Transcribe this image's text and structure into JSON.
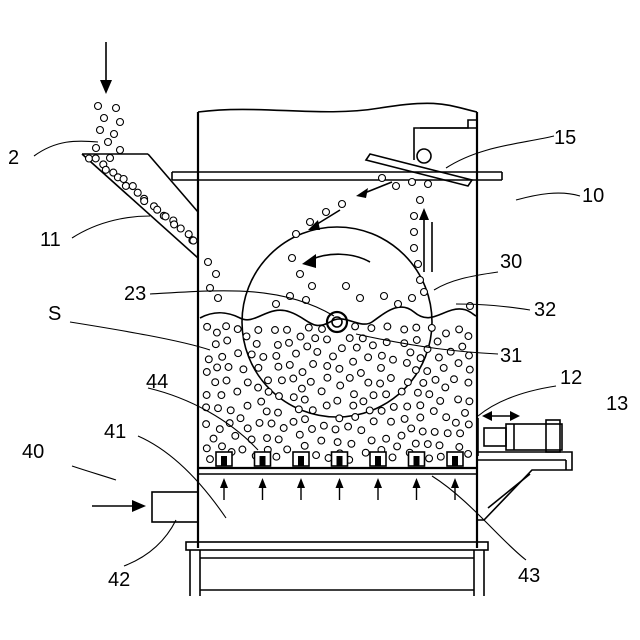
{
  "labels": {
    "feed": "2",
    "apparatus": "10",
    "chute": "11",
    "actuator_rod": "12",
    "actuator": "13",
    "deflector": "15",
    "shaft": "23",
    "drum": "30",
    "drum_core": "31",
    "drum_rim": "32",
    "particle_bed": "S",
    "gas_unit": "40",
    "plenum": "41",
    "inlet_pipe": "42",
    "nozzle_plate": "43",
    "nozzles": "44"
  },
  "colors": {
    "line": "#000000",
    "background": "#ffffff"
  }
}
